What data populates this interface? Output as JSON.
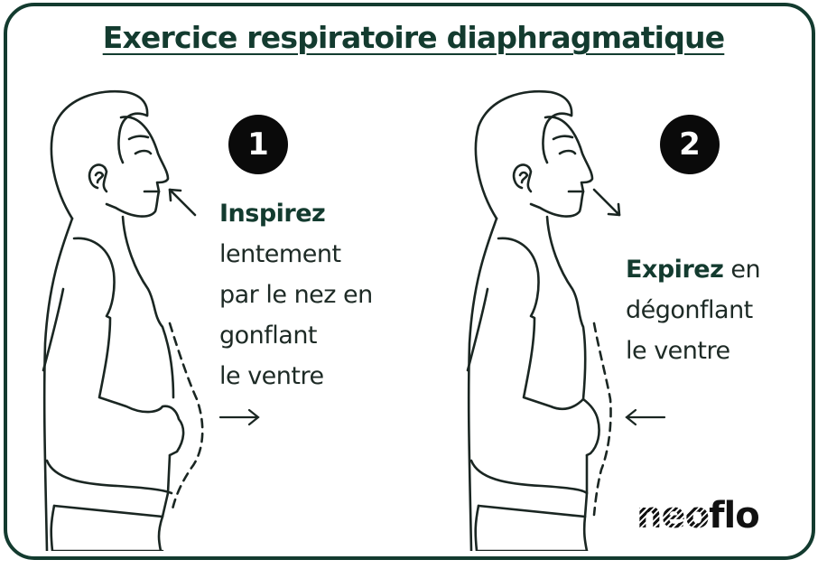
{
  "title": "Exercice respiratoire diaphragmatique",
  "colors": {
    "border": "#133b2f",
    "title": "#133b2f",
    "badge_bg": "#0a0a0a",
    "badge_text": "#ffffff",
    "text": "#1d2a25",
    "line_art": "#1a2622"
  },
  "steps": [
    {
      "number": "1",
      "action": "Inspirez",
      "lines": [
        "lentement",
        "par le nez en",
        "gonflant",
        "le ventre"
      ],
      "nose_arrow": "arrow-toward-nose",
      "belly_arrow": "arrow-right"
    },
    {
      "number": "2",
      "action": "Expirez",
      "action_suffix": " en",
      "lines": [
        "dégonflant",
        "le ventre"
      ],
      "nose_arrow": "arrow-away-from-nose",
      "belly_arrow": "arrow-left"
    }
  ],
  "logo": {
    "striped": "neo",
    "plain": "flo"
  }
}
